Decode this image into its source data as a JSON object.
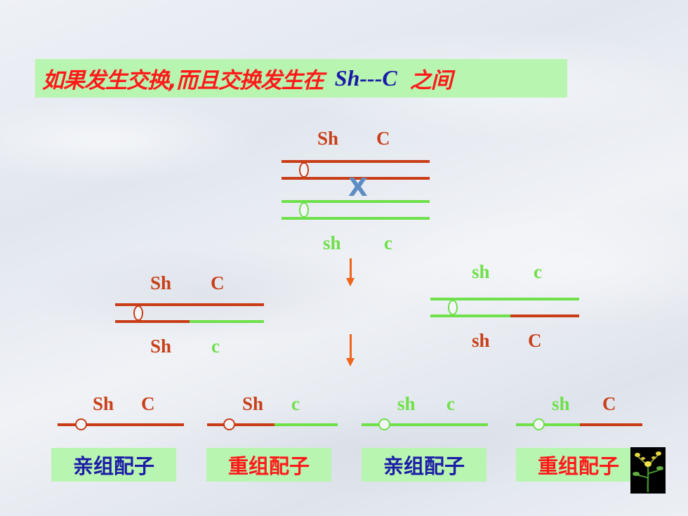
{
  "title": {
    "prefix": "如果发生交换,而且交换发生在",
    "loci": "Sh---C",
    "suffix": "之间"
  },
  "parent": {
    "top_labels": [
      "Sh",
      "C"
    ],
    "bottom_labels": [
      "sh",
      "c"
    ],
    "crossover_mark": "X"
  },
  "left_chromosome": {
    "top_labels": [
      "Sh",
      "C"
    ],
    "bottom_labels": [
      "Sh",
      "c"
    ]
  },
  "right_chromosome": {
    "top_labels": [
      "sh",
      "c"
    ],
    "bottom_labels": [
      "sh",
      "C"
    ]
  },
  "gametes": [
    {
      "labels": [
        "Sh",
        "C"
      ],
      "type": "亲组配子"
    },
    {
      "labels": [
        "Sh",
        "c"
      ],
      "type": "重组配子"
    },
    {
      "labels": [
        "sh",
        "c"
      ],
      "type": "亲组配子"
    },
    {
      "labels": [
        "sh",
        "C"
      ],
      "type": "重组配子"
    }
  ],
  "colors": {
    "dominant": "#c83c16",
    "recessive": "#6ee04a",
    "title_box": "#b8f5b0",
    "arrow": "#f06418",
    "parental_text": "#1c1ca8",
    "recombinant_text": "#ff1a1a"
  },
  "icons": {
    "flower": "flower-icon"
  }
}
